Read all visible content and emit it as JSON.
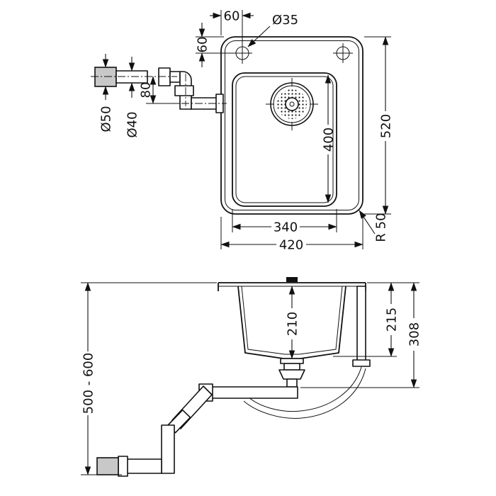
{
  "top": {
    "hole_offset_x": "60",
    "hole_dia": "Ø35",
    "hole_offset_y": "60",
    "overall_depth": "520",
    "bowl_length": "400",
    "bowl_width": "340",
    "overall_width": "420",
    "corner_radius": "R 50",
    "pipe_dia_50": "Ø50",
    "pipe_dia_40": "Ø40",
    "trap_offset": "80"
  },
  "side": {
    "bowl_depth": "210",
    "under_depth": "215",
    "total_depth": "308",
    "install_height": "500 - 600"
  },
  "colors": {
    "line": "#111111",
    "pipe_stub_fill": "#c8c8c8",
    "background": "#ffffff"
  }
}
